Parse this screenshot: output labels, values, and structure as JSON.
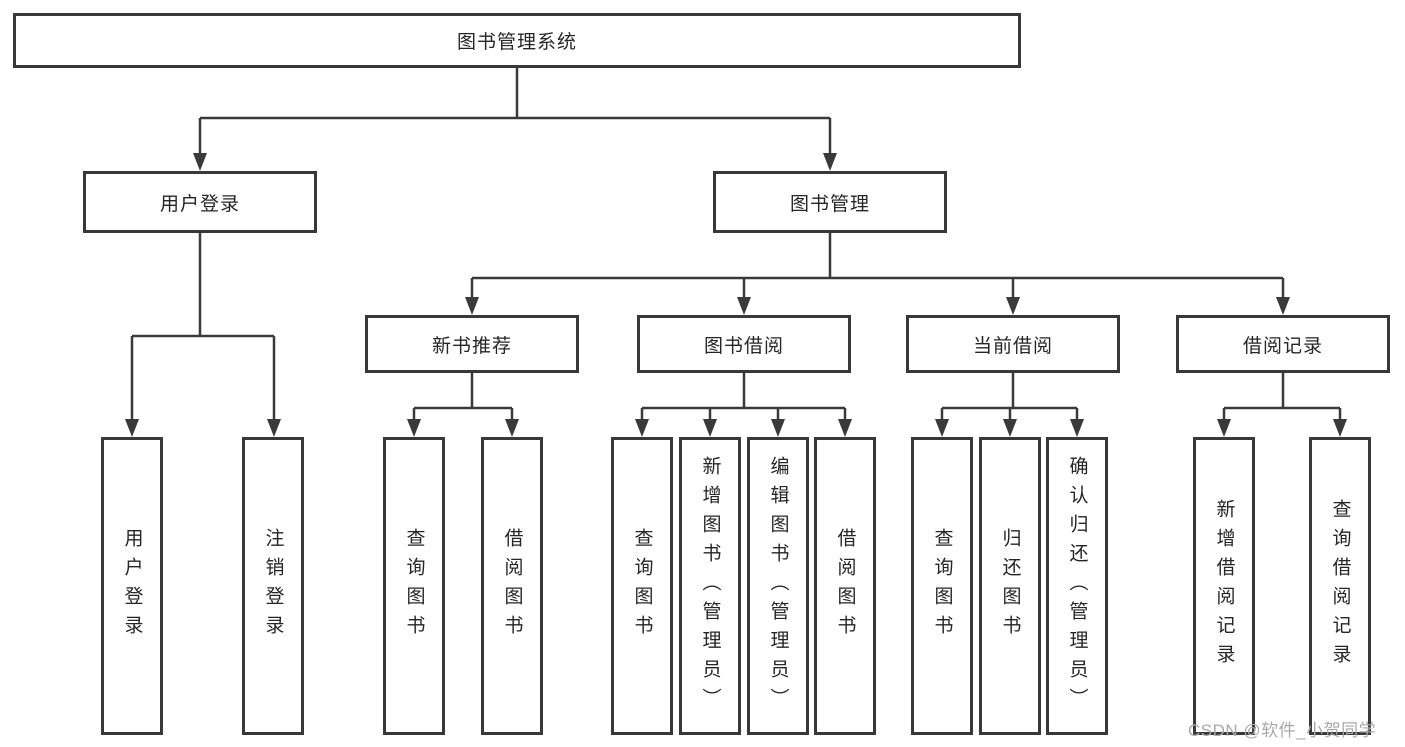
{
  "diagram": {
    "tree": {
      "root": {
        "label": "图书管理系统"
      },
      "children": [
        {
          "label": "用户登录",
          "children": [
            {
              "label": "用户登录"
            },
            {
              "label": "注销登录"
            }
          ]
        },
        {
          "label": "图书管理",
          "children": [
            {
              "label": "新书推荐",
              "children": [
                {
                  "label": "查询图书"
                },
                {
                  "label": "借阅图书"
                }
              ]
            },
            {
              "label": "图书借阅",
              "children": [
                {
                  "label": "查询图书"
                },
                {
                  "label": "新增图书（管理员）"
                },
                {
                  "label": "编辑图书（管理员）"
                },
                {
                  "label": "借阅图书"
                }
              ]
            },
            {
              "label": "当前借阅",
              "children": [
                {
                  "label": "查询图书"
                },
                {
                  "label": "归还图书"
                },
                {
                  "label": "确认归还（管理员）"
                }
              ]
            },
            {
              "label": "借阅记录",
              "children": [
                {
                  "label": "新增借阅记录"
                },
                {
                  "label": "查询借阅记录"
                }
              ]
            }
          ]
        }
      ]
    },
    "watermark": "CSDN @软件_小贺同学",
    "colors": {
      "line": "#3a3a3a",
      "box_border": "#383838",
      "text": "#262626",
      "watermark": "#a9a9a9",
      "background": "#ffffff"
    }
  }
}
